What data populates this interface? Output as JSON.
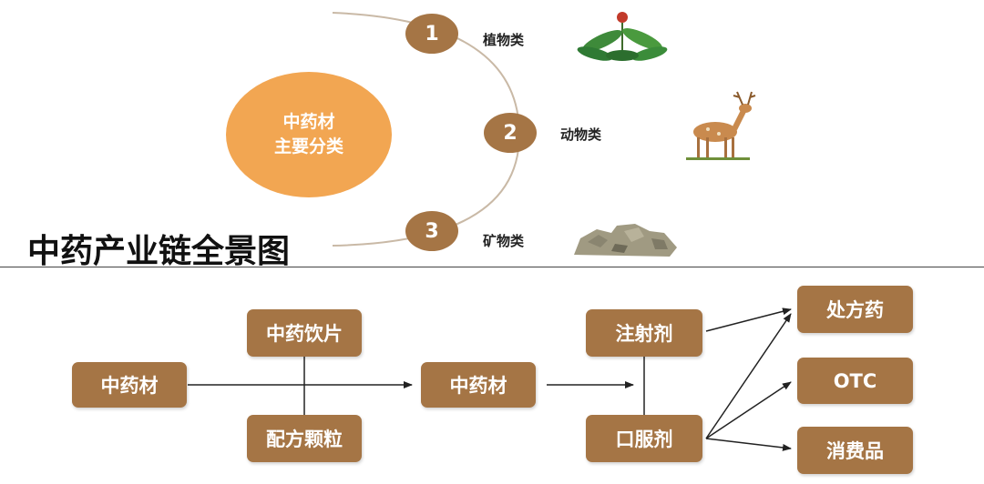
{
  "classification": {
    "center_lines": [
      "中药材",
      "主要分类"
    ],
    "categories": [
      {
        "number": "1",
        "label": "植物类"
      },
      {
        "number": "2",
        "label": "动物类"
      },
      {
        "number": "3",
        "label": "矿物类"
      }
    ]
  },
  "heading": "中药产业链全景图",
  "chain": {
    "raw": "中药材",
    "pieces": "中药饮片",
    "granules": "配方颗粒",
    "herb": "中药材",
    "injection": "注射剂",
    "oral": "口服剂",
    "prescription": "处方药",
    "otc": "OTC",
    "consumer": "消费品"
  },
  "colors": {
    "brown": "#a57545",
    "orange": "#f2a652"
  }
}
